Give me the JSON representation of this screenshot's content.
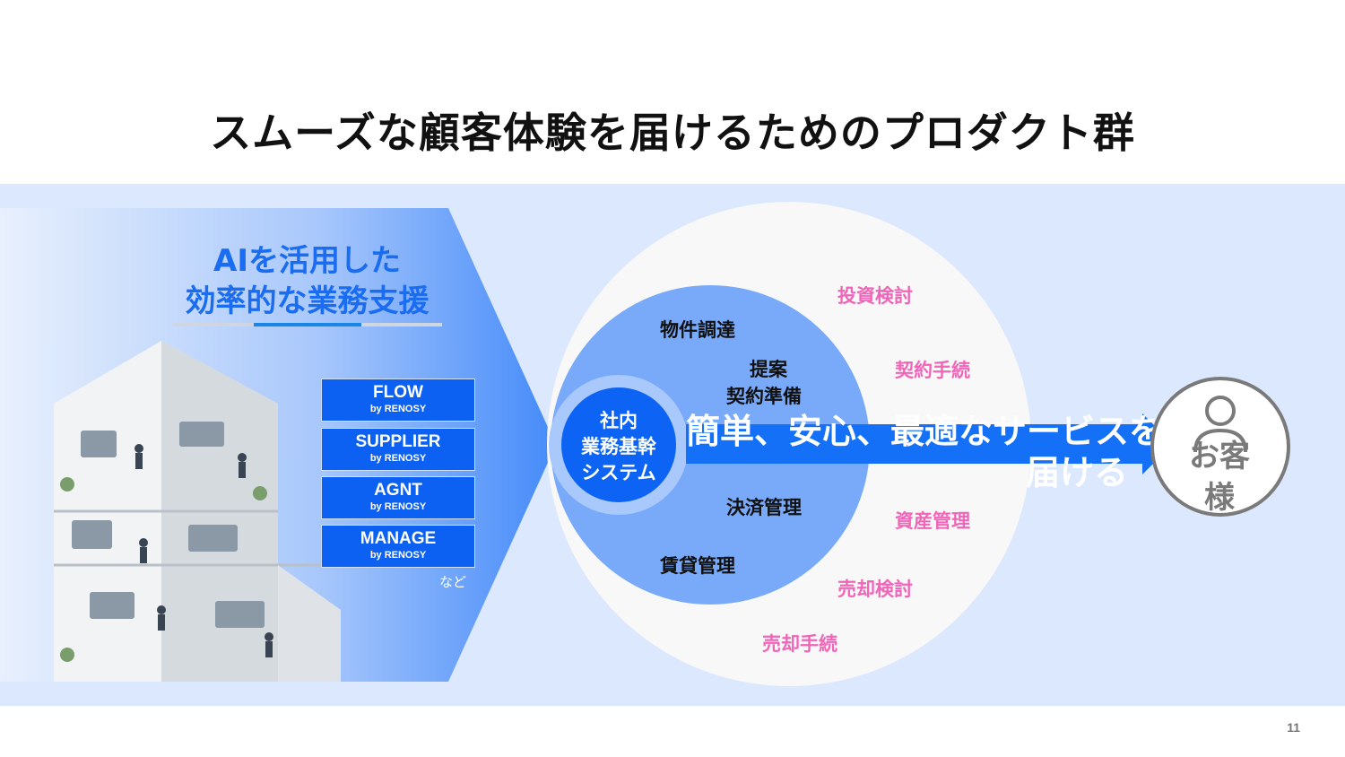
{
  "title": "スムーズな顧客体験を届けるためのプロダクト群",
  "left_panel": {
    "heading_line1": "AIを活用した",
    "heading_line2": "効率的な業務支援",
    "products": [
      {
        "name": "FLOW",
        "by": "by RENOSY"
      },
      {
        "name": "SUPPLIER",
        "by": "by RENOSY"
      },
      {
        "name": "AGNT",
        "by": "by RENOSY"
      },
      {
        "name": "MANAGE",
        "by": "by RENOSY"
      }
    ],
    "etc_label": "など"
  },
  "center": {
    "core_line1": "社内",
    "core_line2": "業務基幹",
    "core_line3": "システム",
    "inner_labels": {
      "procurement": "物件調達",
      "proposal_1": "提案",
      "proposal_2": "契約準備",
      "settlement": "決済管理",
      "rental": "賃貸管理"
    },
    "outer_labels": {
      "investment": "投資検討",
      "contract": "契約手続",
      "asset": "資産管理",
      "sale_review": "売却検討",
      "sale_procedure": "売却手続"
    }
  },
  "arrow": {
    "line1": "簡単、安心、最適なサービスを",
    "line2": "届ける"
  },
  "customer": {
    "line1": "お客",
    "line2": "様"
  },
  "page_number": "11",
  "colors": {
    "primary_blue": "#0c60f2",
    "band_background": "#dce8fd",
    "pink_label": "#f065b8",
    "customer_gray": "#7a7a7a"
  }
}
